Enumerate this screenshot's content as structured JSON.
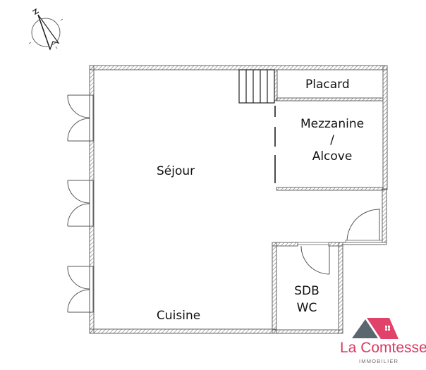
{
  "plan": {
    "rooms": [
      {
        "id": "sejour",
        "label": "Séjour"
      },
      {
        "id": "cuisine",
        "label": "Cuisine"
      },
      {
        "id": "placard",
        "label": "Placard"
      },
      {
        "id": "mezzanine",
        "label_line1": "Mezzanine",
        "label_line2": "/",
        "label_line3": "Alcove"
      },
      {
        "id": "sdb",
        "label_line1": "SDB",
        "label_line2": "WC"
      }
    ],
    "compass": {
      "icon": "north-arrow-icon",
      "letter": "N"
    }
  },
  "logo": {
    "name": "La Comtesse",
    "subtitle": "IMMOBILIER",
    "colors": {
      "pink": "#e0426a",
      "gray": "#5a6670"
    }
  }
}
